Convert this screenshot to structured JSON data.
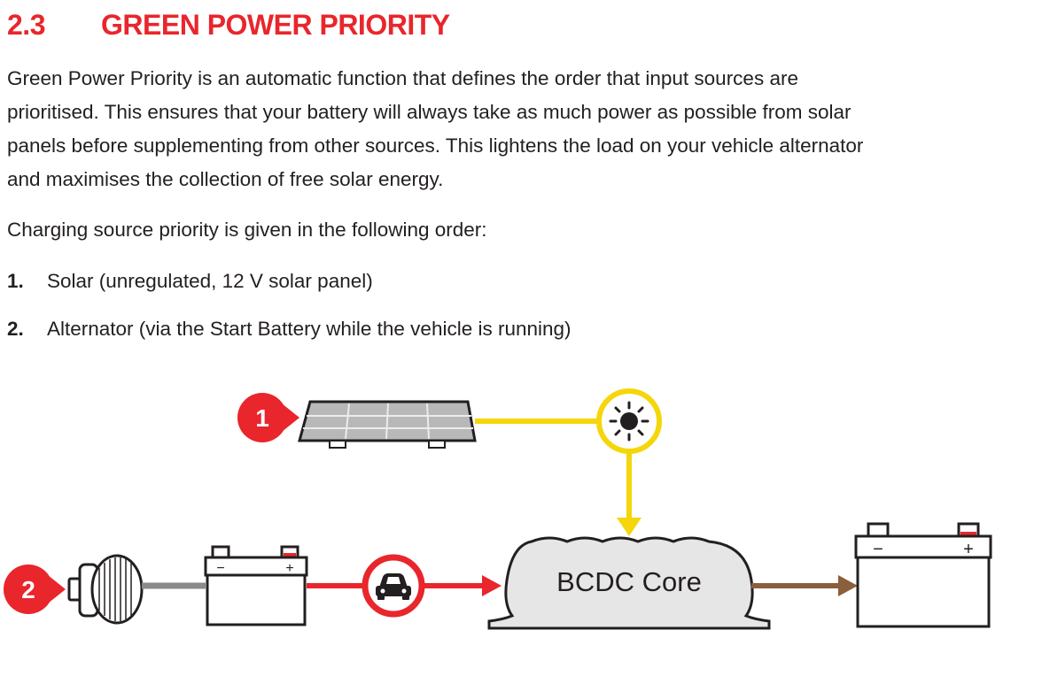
{
  "section": {
    "number": "2.3",
    "title": "GREEN POWER PRIORITY"
  },
  "paragraphs": {
    "intro_lines": [
      "Green Power Priority is an automatic function that defines the order that input sources are",
      "prioritised. This ensures that your battery will always take as much power as possible from solar",
      "panels before supplementing from other sources. This lightens the load on your vehicle alternator",
      "and maximises the collection of free solar energy."
    ],
    "order_intro": "Charging source priority is given in the following order:"
  },
  "priority_list": [
    {
      "number": "1.",
      "text": "Solar (unregulated, 12 V solar panel)"
    },
    {
      "number": "2.",
      "text": "Alternator (via the Start Battery while the vehicle is running)"
    }
  ],
  "diagram": {
    "badge_1": "1",
    "badge_2": "2",
    "device_label": "BCDC Core",
    "battery_minus": "−",
    "battery_plus": "+",
    "colors": {
      "brand_red": "#e8262c",
      "solar_line": "#f5d60a",
      "alternator_line": "#e8262c",
      "grey_line": "#8a8a8a",
      "output_line": "#8b5e3c",
      "device_fill": "#e6e6e6",
      "outline": "#231f20"
    },
    "icons": [
      "solar-panel-icon",
      "sun-icon",
      "alternator-icon",
      "battery-icon",
      "car-icon",
      "battery-icon"
    ]
  }
}
